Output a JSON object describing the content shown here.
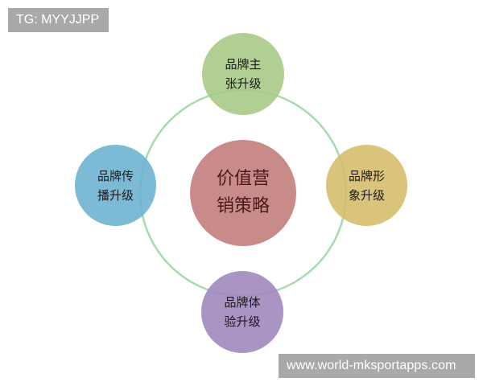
{
  "watermarks": {
    "top_left": "TG: MYYJJPP",
    "bottom_right": "www.world-mksportapps.com"
  },
  "diagram": {
    "ring_color": "#9fd6a4",
    "center": {
      "line1": "价值营",
      "line2": "销策略",
      "color": "#c98a8a"
    },
    "nodes": [
      {
        "id": "top",
        "line1": "品牌主",
        "line2": "张升级",
        "color": "#b3cf94"
      },
      {
        "id": "left",
        "line1": "品牌传",
        "line2": "播升级",
        "color": "#7cbad6"
      },
      {
        "id": "right",
        "line1": "品牌形",
        "line2": "象升级",
        "color": "#dcc57f"
      },
      {
        "id": "bottom",
        "line1": "品牌体",
        "line2": "验升级",
        "color": "#ad98c4"
      }
    ]
  }
}
